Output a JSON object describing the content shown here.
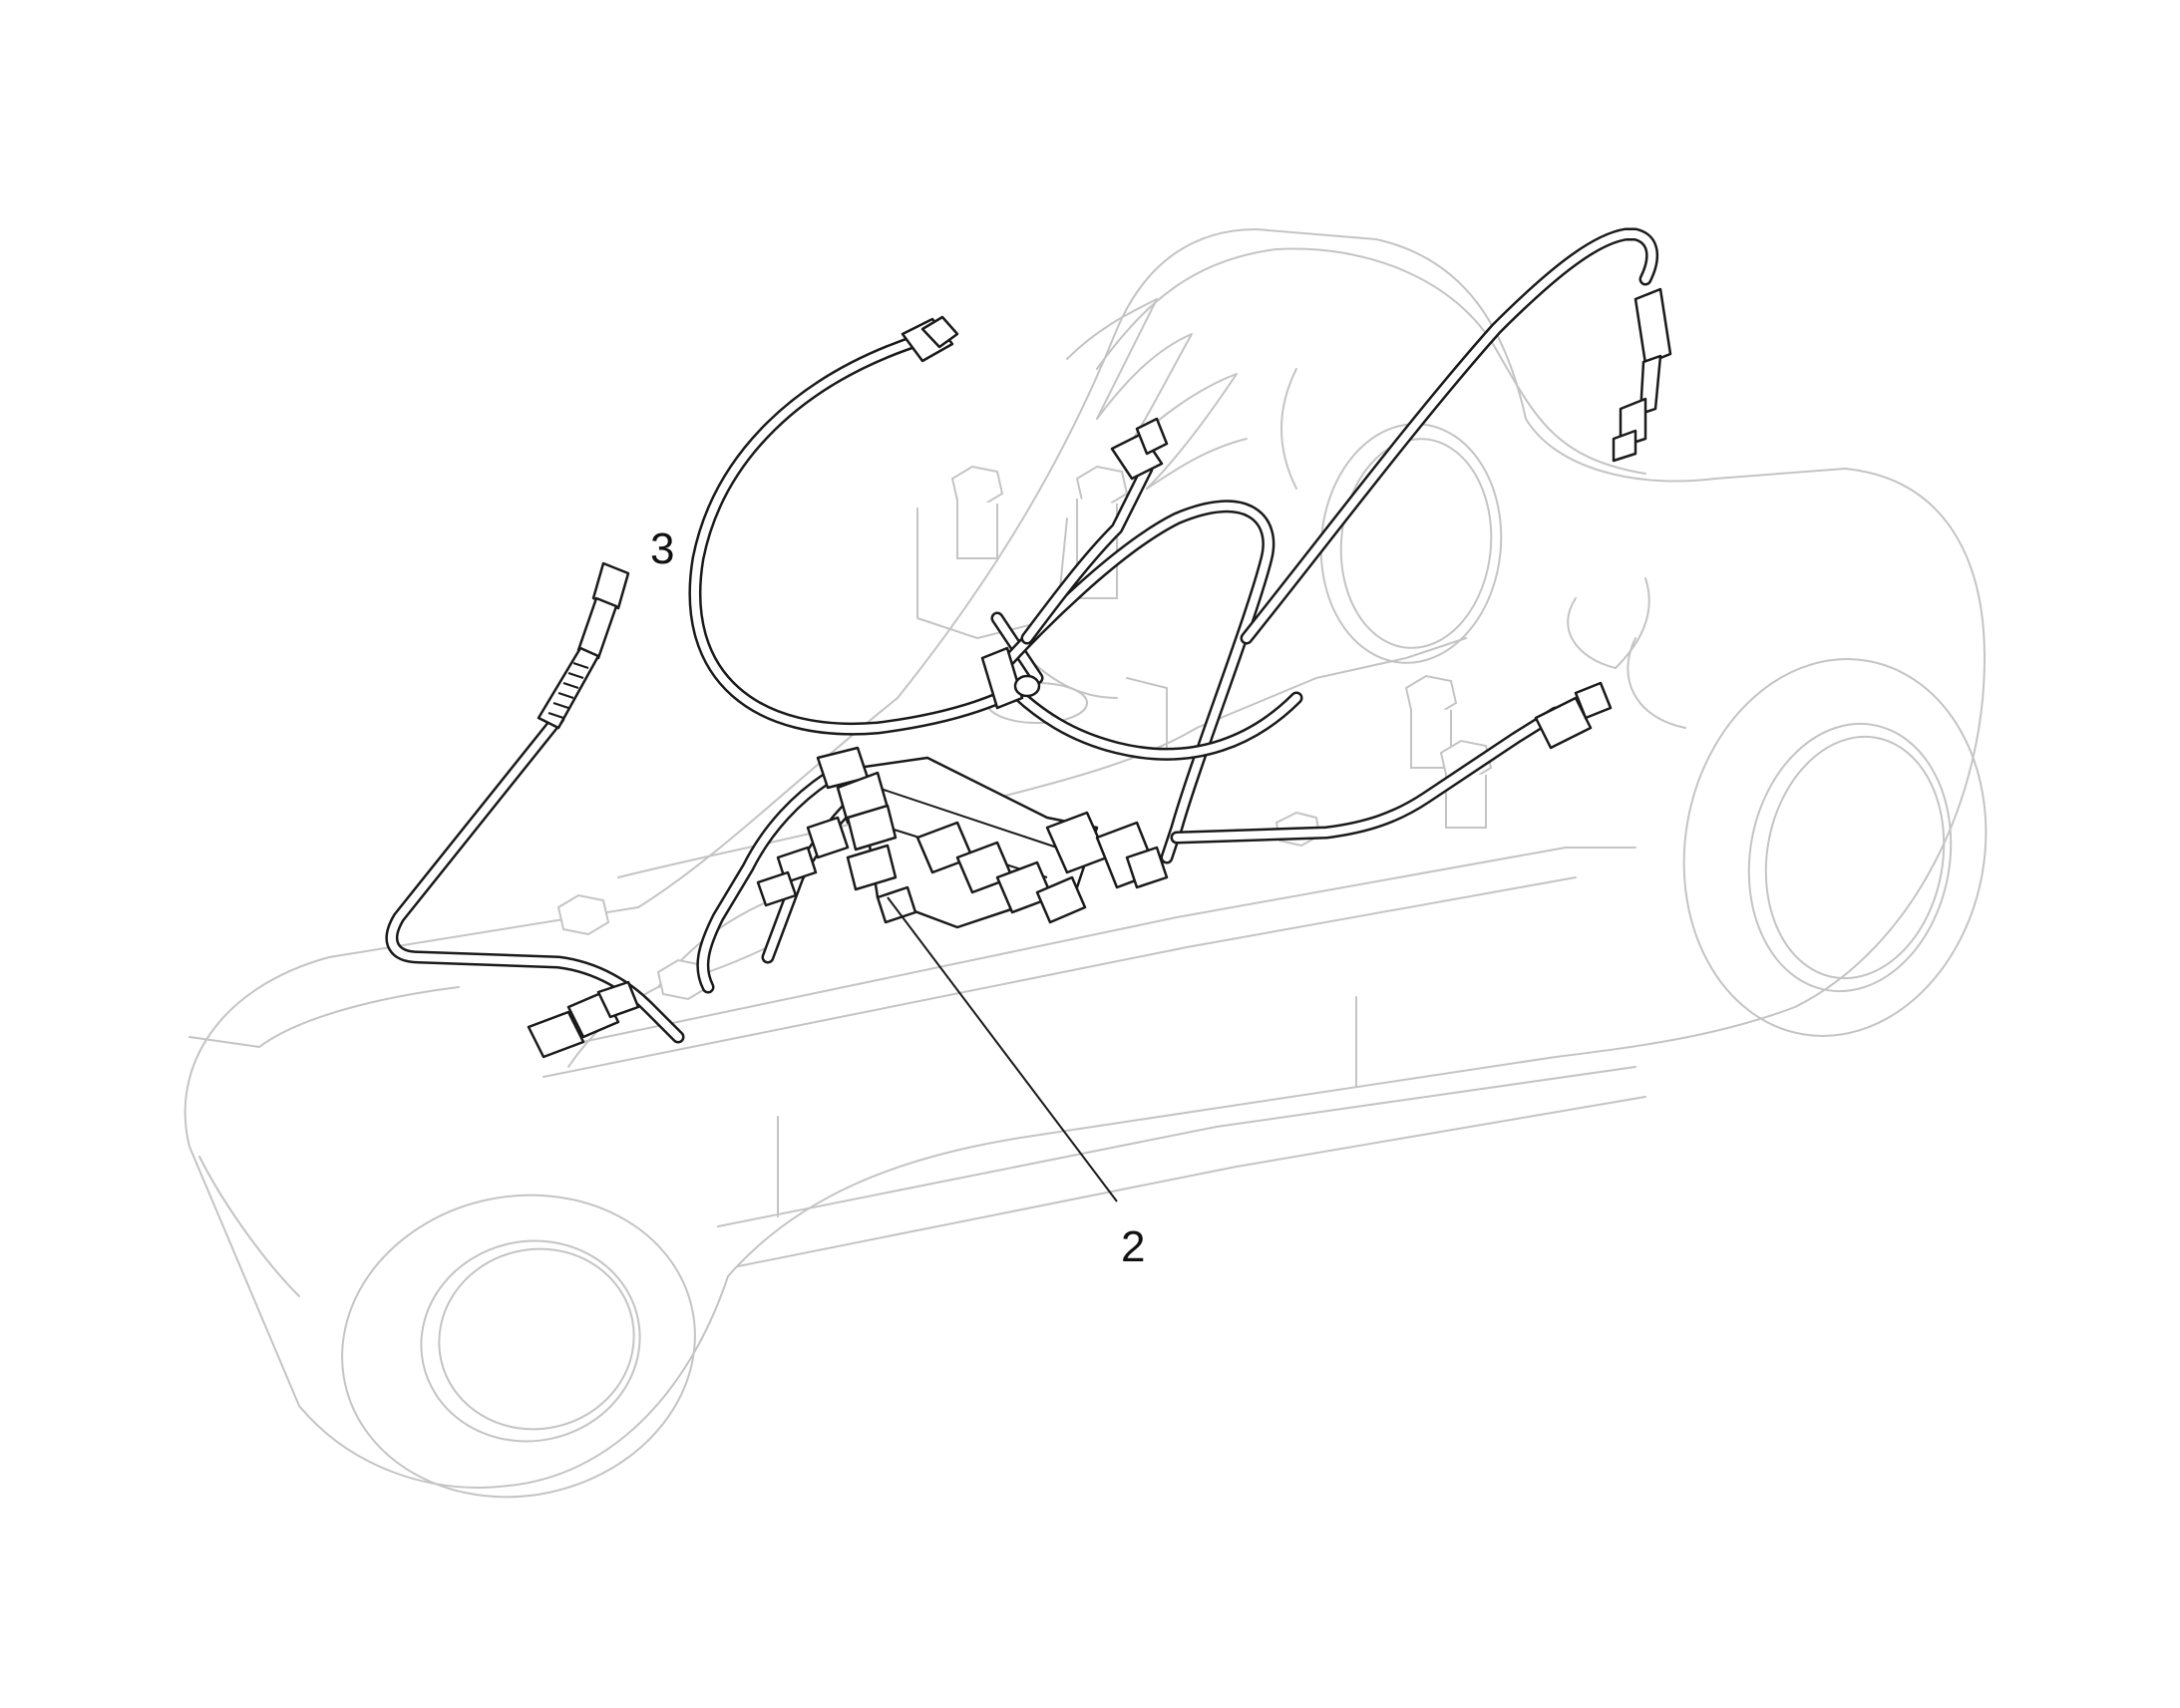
{
  "callouts": [
    {
      "id": "3",
      "label": "3"
    },
    {
      "id": "2",
      "label": "2"
    }
  ],
  "colors": {
    "background": "#ffffff",
    "ghost_outline": "#c4c4c4",
    "hose_outline": "#1a1a1a",
    "callout_text": "#111111"
  }
}
